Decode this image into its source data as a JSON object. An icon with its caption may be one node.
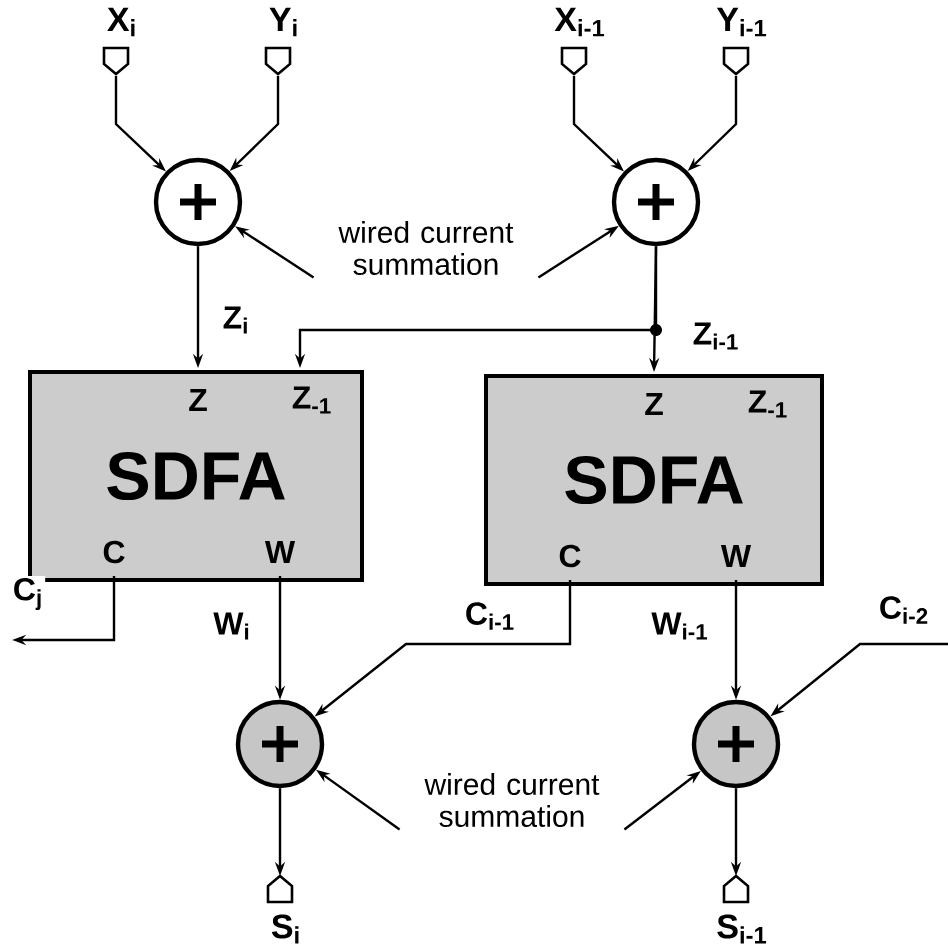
{
  "diagram": {
    "nodes": [
      {
        "text": [
          "X$_{i}$"
        ]
      },
      {
        "text": [
          "Y$_{i}$"
        ]
      },
      {
        "text": [
          "X$_{i-1}$"
        ]
      },
      {
        "text": [
          "Y$_{i-1}$"
        ]
      },
      {
        "text": [],
        "shape": "circle"
      },
      {
        "text": [],
        "shape": "circle"
      },
      {
        "text": [
          "Z",
          "Z$_{-1}$",
          "SDFA",
          "C",
          "W"
        ]
      },
      {
        "text": [
          "Z",
          "Z$_{-1}$",
          "SDFA",
          "C",
          "W"
        ]
      },
      {
        "text": [],
        "shape": "circle"
      },
      {
        "text": [],
        "shape": "circle"
      },
      {
        "text": [
          "S$_{i}$"
        ]
      },
      {
        "text": [
          "S$_{i-1}$"
        ]
      },
      {
        "text": [
          "wired current summation"
        ]
      },
      {
        "text": [
          "wired current summation"
        ]
      }
    ],
    "edges": [
      {
        "from": 0,
        "to": 4,
        "arrow": "to"
      },
      {
        "from": 1,
        "to": 4,
        "arrow": "to"
      },
      {
        "from": 2,
        "to": 5,
        "arrow": "to"
      },
      {
        "from": 3,
        "to": 5,
        "arrow": "to"
      },
      {
        "from": 4,
        "to": 6,
        "arrow": "to",
        "label": "Z$_{i}$"
      },
      {
        "from": 5,
        "to": 7,
        "arrow": "to",
        "label": "Z$_{i-1}$"
      },
      {
        "from": 5,
        "to": 6,
        "arrow": "to"
      },
      {
        "from": 6,
        "to": 8,
        "arrow": "to",
        "label": "W$_{i}$"
      },
      {
        "from": 7,
        "to": 9,
        "arrow": "to",
        "label": "W$_{i-1}$"
      },
      {
        "from": 6,
        "to": null,
        "arrow": "to",
        "label": "C$_{j}$"
      },
      {
        "from": 7,
        "to": 8,
        "arrow": "to",
        "label": "C$_{i-1}$"
      },
      {
        "from": null,
        "to": 9,
        "arrow": "to",
        "label": "C$_{i-2}$"
      },
      {
        "from": 8,
        "to": 10,
        "arrow": "to"
      },
      {
        "from": 9,
        "to": 11,
        "arrow": "to"
      },
      {
        "from": 12,
        "to": 4,
        "arrow": "to"
      },
      {
        "from": 12,
        "to": 5,
        "arrow": "to"
      },
      {
        "from": 13,
        "to": 8,
        "arrow": "to"
      },
      {
        "from": 13,
        "to": 9,
        "arrow": "to"
      }
    ]
  }
}
